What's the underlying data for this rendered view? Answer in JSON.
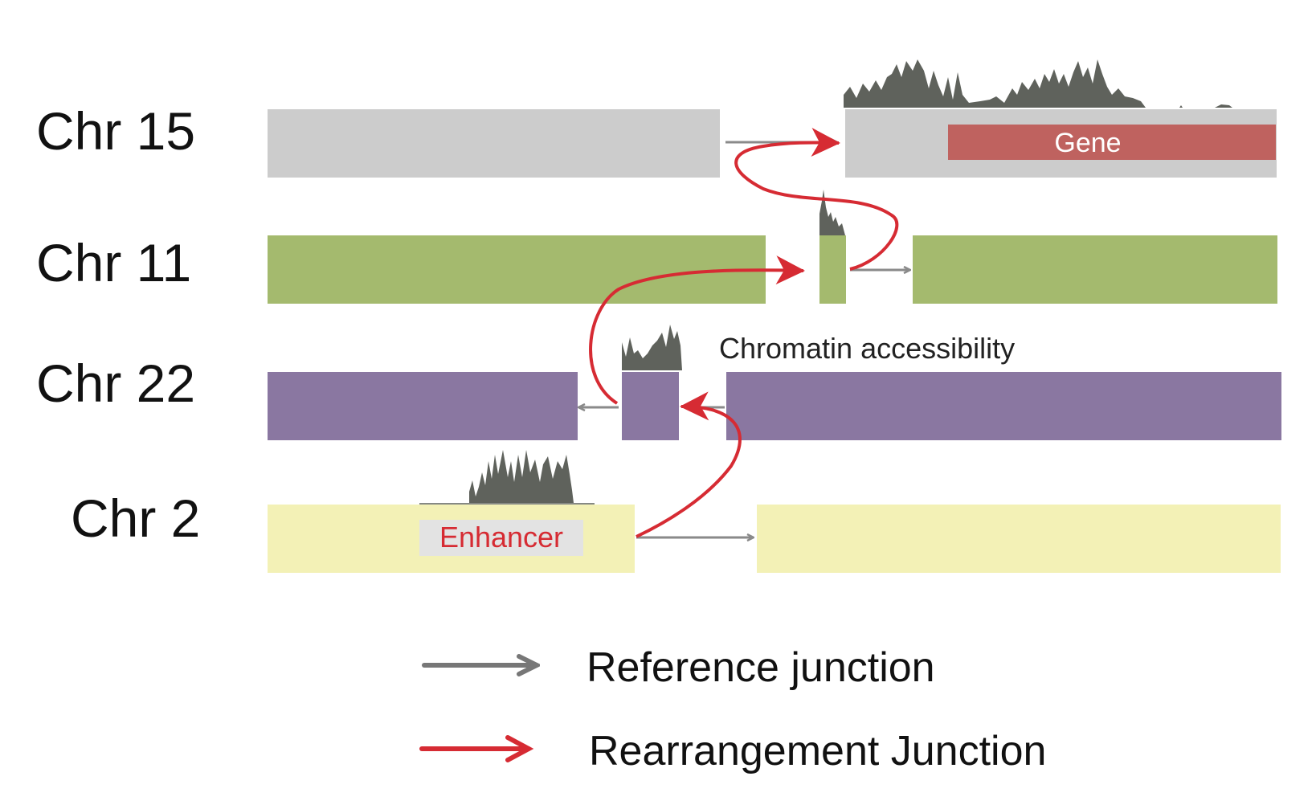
{
  "chromosomes": {
    "chr15": {
      "label": "Chr 15",
      "color": "#cccccc"
    },
    "chr11": {
      "label": "Chr 11",
      "color": "#a4ba6e"
    },
    "chr22": {
      "label": "Chr 22",
      "color": "#8a77a1"
    },
    "chr2": {
      "label": "Chr 2",
      "color": "#f3f1b6"
    }
  },
  "features": {
    "gene": {
      "label": "Gene",
      "fill": "#bf625f",
      "text_color": "#ffffff"
    },
    "enhancer": {
      "label": "Enhancer",
      "fill": "#e3e3e3",
      "text_color": "#d62b33"
    }
  },
  "annotations": {
    "chromatin": "Chromatin accessibility"
  },
  "legend": {
    "reference": {
      "label": "Reference junction",
      "color": "#777777"
    },
    "rearrangement": {
      "label": "Rearrangement Junction",
      "color": "#d62b33"
    }
  },
  "colors": {
    "peak": "#5f625c",
    "reference_arrow": "#8a8a8a",
    "rearrangement_arrow": "#d62b33"
  }
}
